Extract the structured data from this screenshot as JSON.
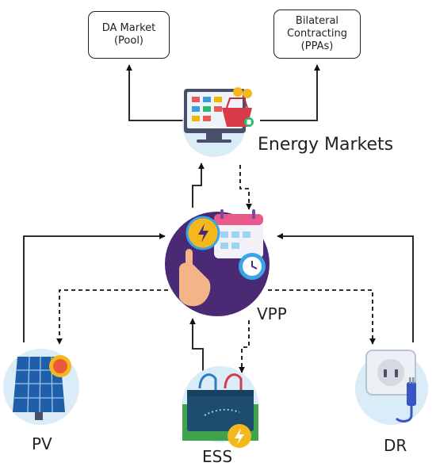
{
  "boxes": {
    "da_market": "DA Market\n(Pool)",
    "bilateral": "Bilateral\nContracting\n(PPAs)"
  },
  "labels": {
    "energy_markets": "Energy Markets",
    "vpp": "VPP",
    "pv": "PV",
    "ess": "ESS",
    "dr": "DR"
  },
  "icons": {
    "energy_markets": "online-shopping-market-icon",
    "vpp": "hand-touch-calendar-clock-icon",
    "pv": "solar-panel-icon",
    "ess": "battery-storage-icon",
    "dr": "power-socket-plug-icon"
  },
  "colors": {
    "line": "#111111",
    "vpp_circle": "#4a2a75",
    "icon_circle": "#d9ecf7",
    "solar_blue": "#1f5faa",
    "battery_blue": "#1c4d6e",
    "lightning_yellow": "#f5b81c"
  }
}
